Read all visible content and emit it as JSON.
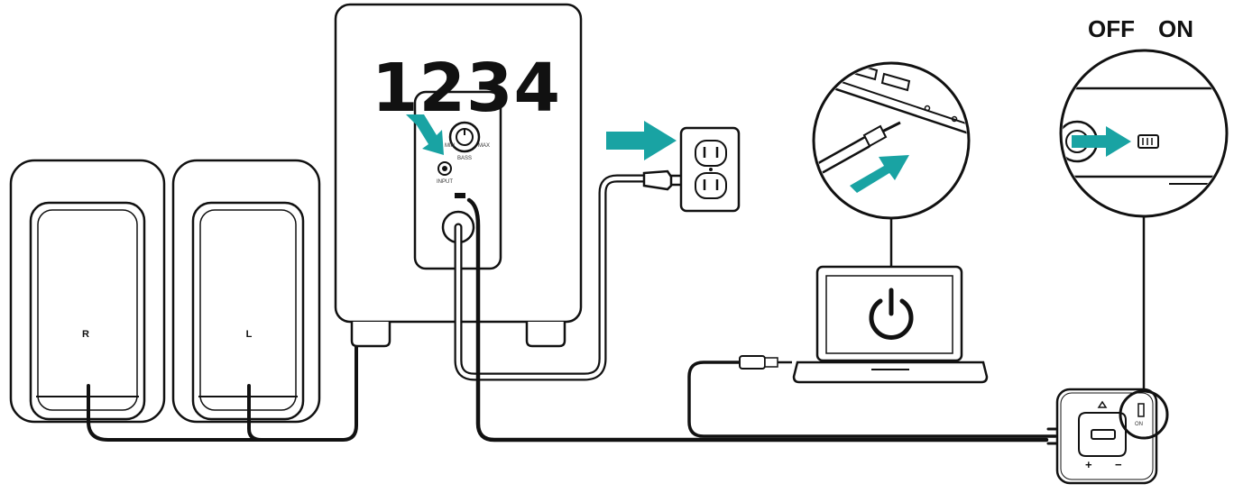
{
  "diagram": {
    "step_numbers": "1234",
    "switch_labels": {
      "off": "OFF",
      "on": "ON"
    },
    "speaker_right_label": "R",
    "speaker_left_label": "L",
    "control_pod": {
      "plus": "+",
      "minus": "−"
    },
    "colors": {
      "line": "#111111",
      "accent_arrow": "#19a3a3",
      "background": "#ffffff"
    },
    "icons": [
      "arrow-right-icon",
      "power-icon",
      "power-outlet-icon",
      "audio-jack-icon",
      "usb-port-icon"
    ]
  }
}
